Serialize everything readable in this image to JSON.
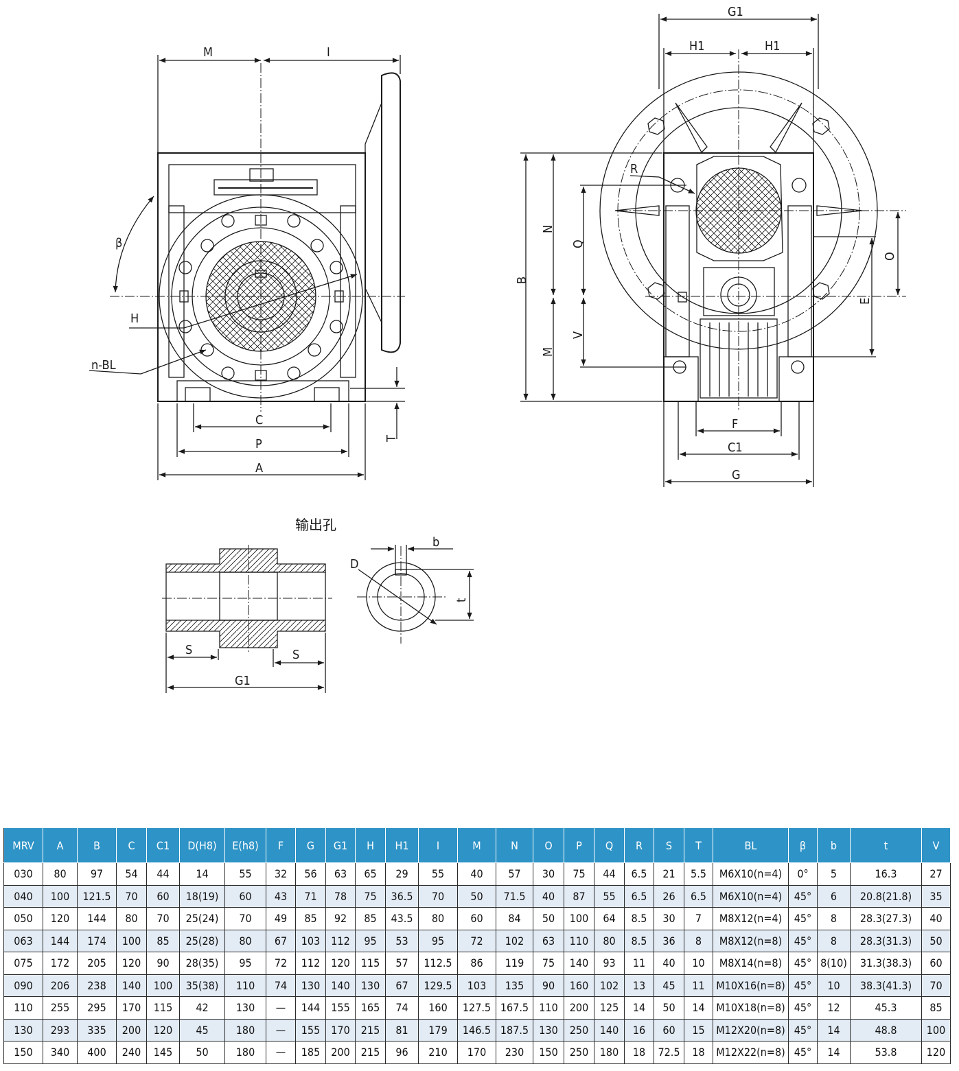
{
  "drawing": {
    "front": {
      "M": "M",
      "I": "I",
      "beta": "β",
      "H": "H",
      "nBL": "n-BL",
      "C": "C",
      "P": "P",
      "A": "A",
      "T": "T"
    },
    "side": {
      "G1": "G1",
      "H1": "H1",
      "R": "R",
      "N": "N",
      "Q": "Q",
      "B": "B",
      "V": "V",
      "M": "M",
      "O": "O",
      "E": "E",
      "F": "F",
      "C1": "C1",
      "G": "G"
    },
    "output": {
      "title": "输出孔",
      "b": "b",
      "D": "D",
      "t": "t",
      "S": "S",
      "G1": "G1"
    }
  },
  "table": {
    "headers": [
      "MRV",
      "A",
      "B",
      "C",
      "C1",
      "D(H8)",
      "E(h8)",
      "F",
      "G",
      "G1",
      "H",
      "H1",
      "I",
      "M",
      "N",
      "O",
      "P",
      "Q",
      "R",
      "S",
      "T",
      "BL",
      "β",
      "b",
      "t",
      "V"
    ],
    "rows": [
      [
        "030",
        "80",
        "97",
        "54",
        "44",
        "14",
        "55",
        "32",
        "56",
        "63",
        "65",
        "29",
        "55",
        "40",
        "57",
        "30",
        "75",
        "44",
        "6.5",
        "21",
        "5.5",
        "M6X10(n=4)",
        "0°",
        "5",
        "16.3",
        "27"
      ],
      [
        "040",
        "100",
        "121.5",
        "70",
        "60",
        "18(19)",
        "60",
        "43",
        "71",
        "78",
        "75",
        "36.5",
        "70",
        "50",
        "71.5",
        "40",
        "87",
        "55",
        "6.5",
        "26",
        "6.5",
        "M6X10(n=4)",
        "45°",
        "6",
        "20.8(21.8)",
        "35"
      ],
      [
        "050",
        "120",
        "144",
        "80",
        "70",
        "25(24)",
        "70",
        "49",
        "85",
        "92",
        "85",
        "43.5",
        "80",
        "60",
        "84",
        "50",
        "100",
        "64",
        "8.5",
        "30",
        "7",
        "M8X12(n=4)",
        "45°",
        "8",
        "28.3(27.3)",
        "40"
      ],
      [
        "063",
        "144",
        "174",
        "100",
        "85",
        "25(28)",
        "80",
        "67",
        "103",
        "112",
        "95",
        "53",
        "95",
        "72",
        "102",
        "63",
        "110",
        "80",
        "8.5",
        "36",
        "8",
        "M8X12(n=8)",
        "45°",
        "8",
        "28.3(31.3)",
        "50"
      ],
      [
        "075",
        "172",
        "205",
        "120",
        "90",
        "28(35)",
        "95",
        "72",
        "112",
        "120",
        "115",
        "57",
        "112.5",
        "86",
        "119",
        "75",
        "140",
        "93",
        "11",
        "40",
        "10",
        "M8X14(n=8)",
        "45°",
        "8(10)",
        "31.3(38.3)",
        "60"
      ],
      [
        "090",
        "206",
        "238",
        "140",
        "100",
        "35(38)",
        "110",
        "74",
        "130",
        "140",
        "130",
        "67",
        "129.5",
        "103",
        "135",
        "90",
        "160",
        "102",
        "13",
        "45",
        "11",
        "M10X16(n=8)",
        "45°",
        "10",
        "38.3(41.3)",
        "70"
      ],
      [
        "110",
        "255",
        "295",
        "170",
        "115",
        "42",
        "130",
        "—",
        "144",
        "155",
        "165",
        "74",
        "160",
        "127.5",
        "167.5",
        "110",
        "200",
        "125",
        "14",
        "50",
        "14",
        "M10X18(n=8)",
        "45°",
        "12",
        "45.3",
        "85"
      ],
      [
        "130",
        "293",
        "335",
        "200",
        "120",
        "45",
        "180",
        "—",
        "155",
        "170",
        "215",
        "81",
        "179",
        "146.5",
        "187.5",
        "130",
        "250",
        "140",
        "16",
        "60",
        "15",
        "M12X20(n=8)",
        "45°",
        "14",
        "48.8",
        "100"
      ],
      [
        "150",
        "340",
        "400",
        "240",
        "145",
        "50",
        "180",
        "—",
        "185",
        "200",
        "215",
        "96",
        "210",
        "170",
        "230",
        "150",
        "250",
        "180",
        "18",
        "72.5",
        "18",
        "M12X22(n=8)",
        "45°",
        "14",
        "53.8",
        "120"
      ]
    ]
  },
  "colors": {
    "header_bg": "#2e93c6",
    "alt_row_bg": "#e3ebf4"
  }
}
